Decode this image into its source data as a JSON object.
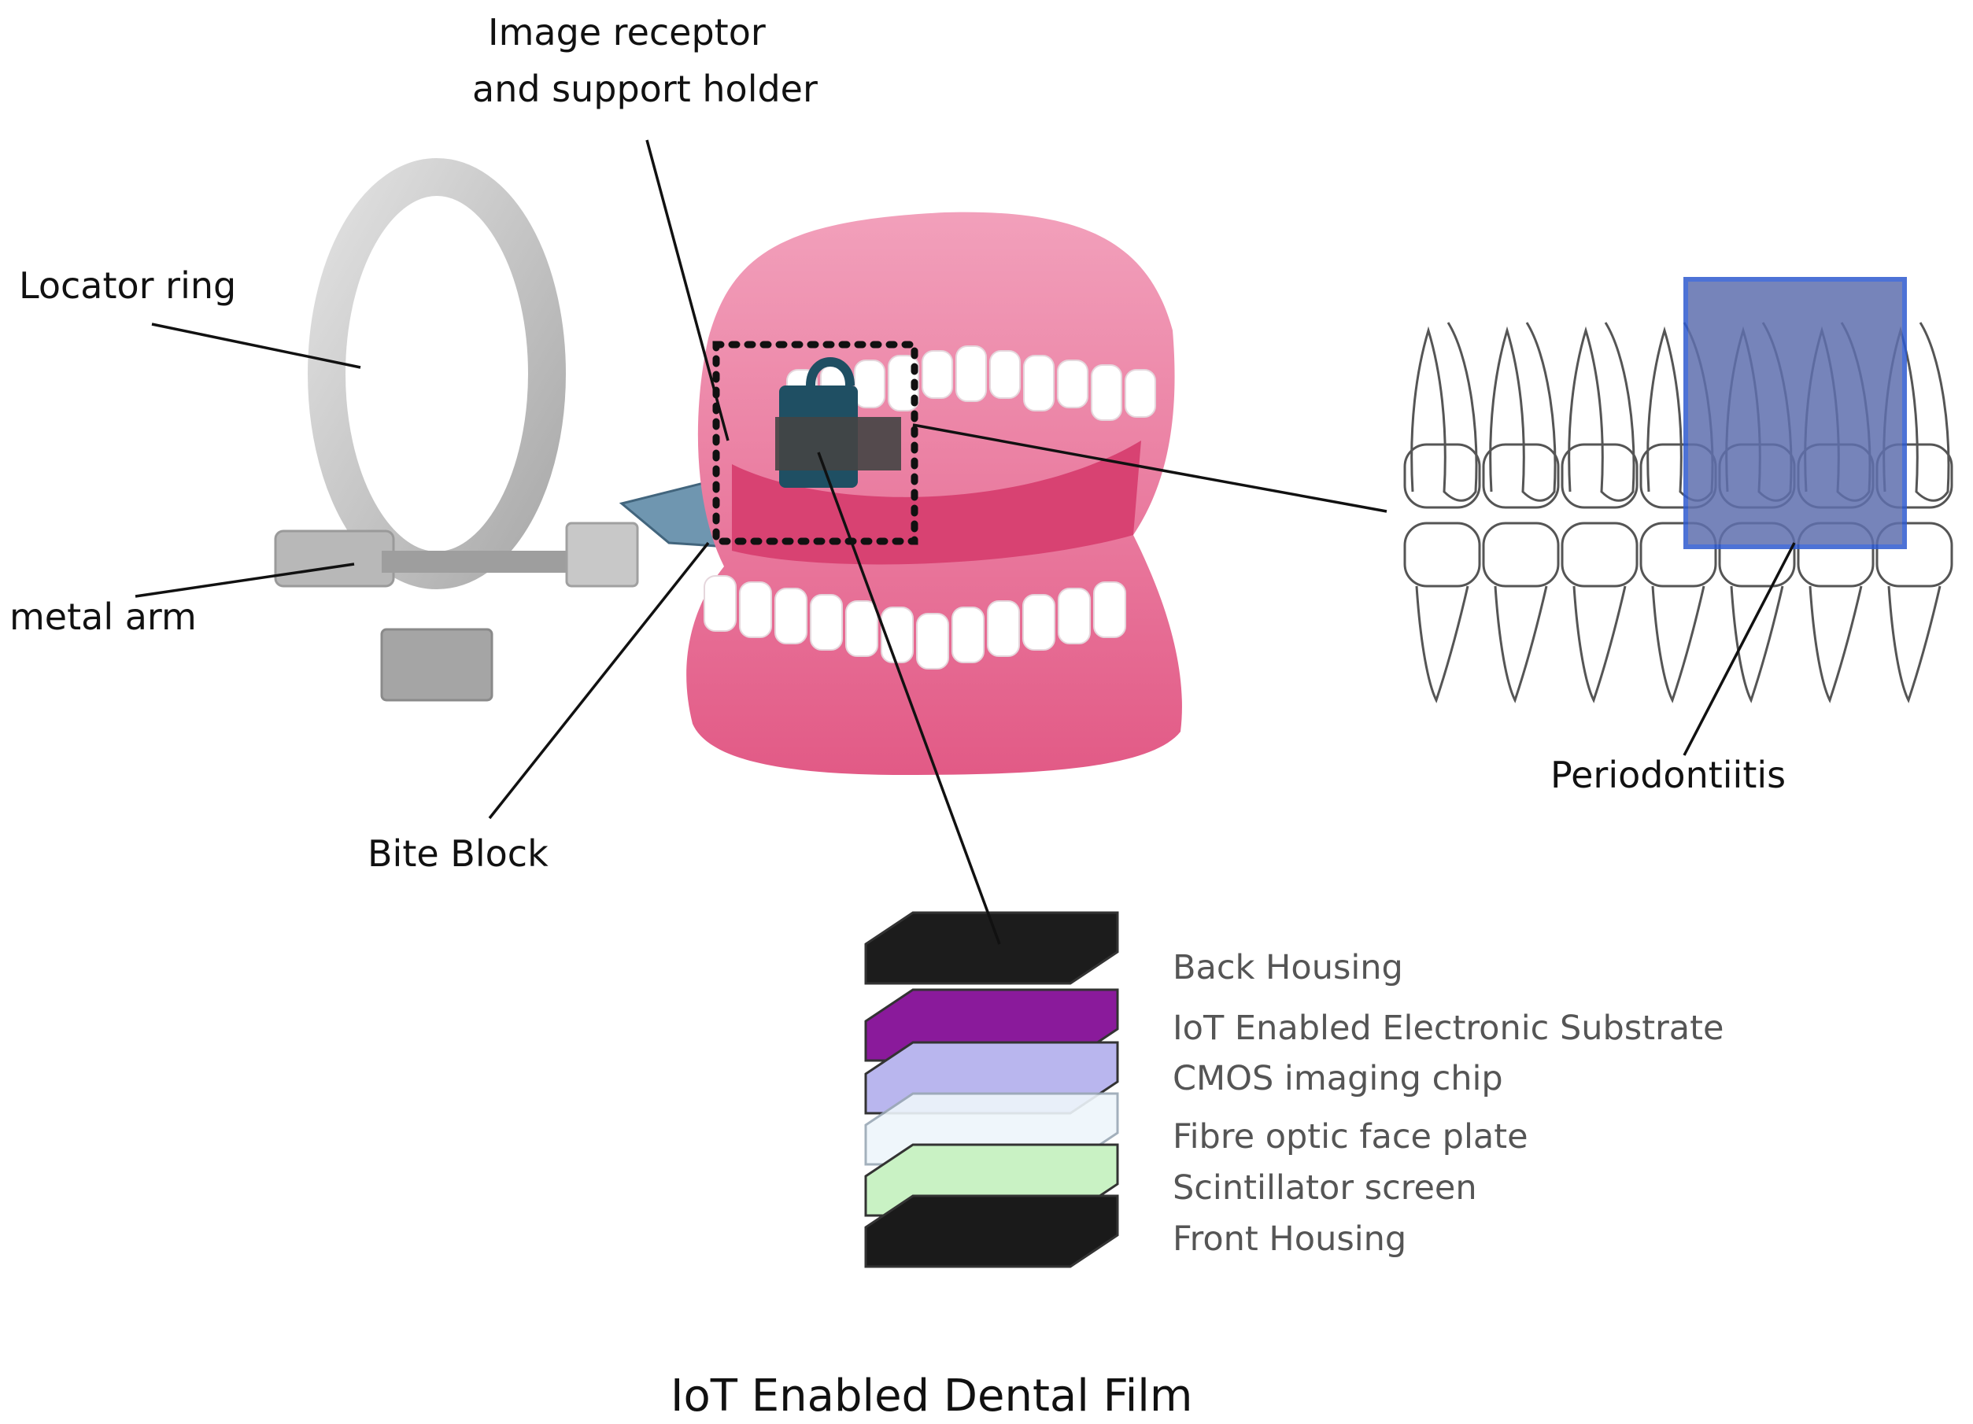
{
  "labels": {
    "receptor_line1": "Image receptor",
    "receptor_line2": "and support holder",
    "locator_ring": "Locator ring",
    "metal_arm": "metal arm",
    "bite_block": "Bite Block",
    "periodontitis": "Periodontiitis",
    "figure_title": "IoT Enabled Dental Film"
  },
  "layers": [
    {
      "label": "Back Housing",
      "color": "#1c1c1c"
    },
    {
      "label": "IoT Enabled Electronic Substrate",
      "color": "#8a1a9b"
    },
    {
      "label": "CMOS imaging chip",
      "color": "#b9b6ee"
    },
    {
      "label": "Fibre optic face plate",
      "color": "#eef6fb"
    },
    {
      "label": "Scintillator screen",
      "color": "#c9f2c4"
    },
    {
      "label": "Front Housing",
      "color": "#1a1a1a"
    }
  ],
  "colors": {
    "gum": "#e8678f",
    "teeth": "#ffffff",
    "ring": "#c8c8c8",
    "highlight": "#3a63c4",
    "receptor": "#1f4f63"
  }
}
